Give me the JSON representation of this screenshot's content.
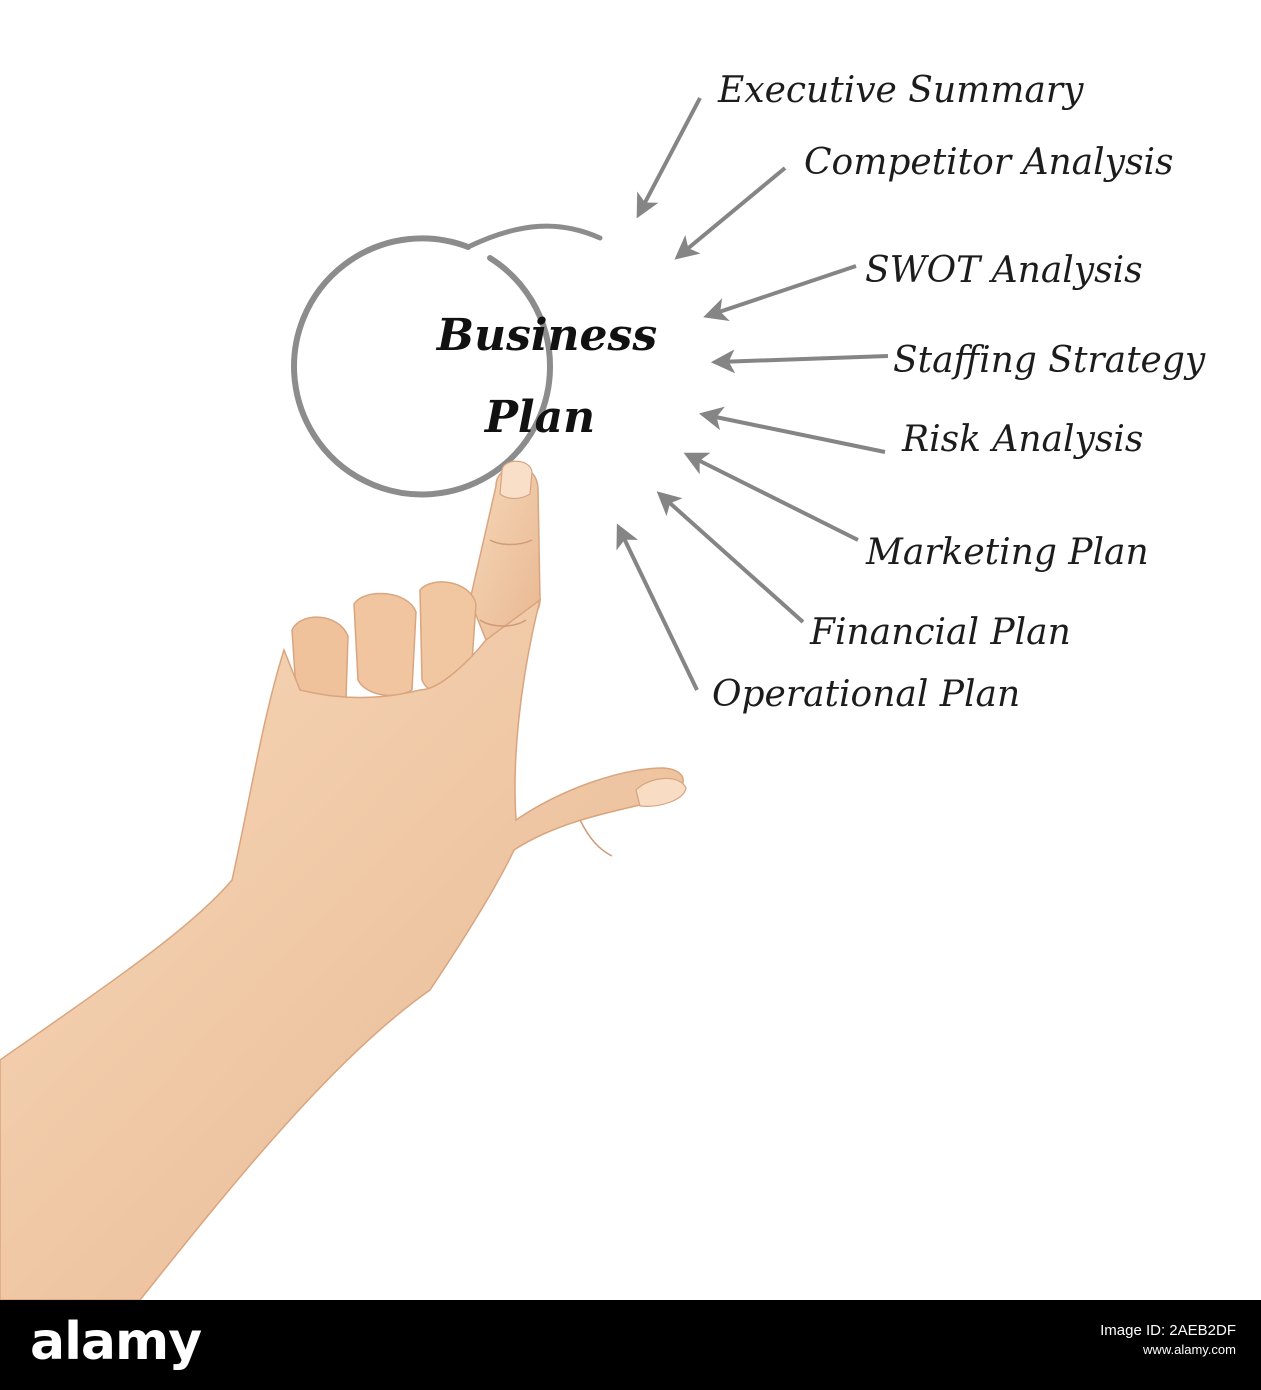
{
  "center": {
    "line1": "Business",
    "line2": "Plan"
  },
  "items": [
    "Executive Summary",
    "Competitor Analysis",
    "SWOT Analysis",
    "Staffing Strategy",
    "Risk Analysis",
    "Marketing Plan",
    "Financial Plan",
    "Operational Plan"
  ],
  "footer": {
    "logo": "alamy",
    "image_id": "Image ID: 2AEB2DF",
    "url": "www.alamy.com"
  },
  "colors": {
    "arrow": "#858585",
    "ring": "#8c8c8c",
    "text": "#1c1c1c",
    "skin": "#f2cba6",
    "footer_bg": "#000000"
  },
  "icons": [
    "pointing-hand-icon",
    "arrow-icon"
  ]
}
